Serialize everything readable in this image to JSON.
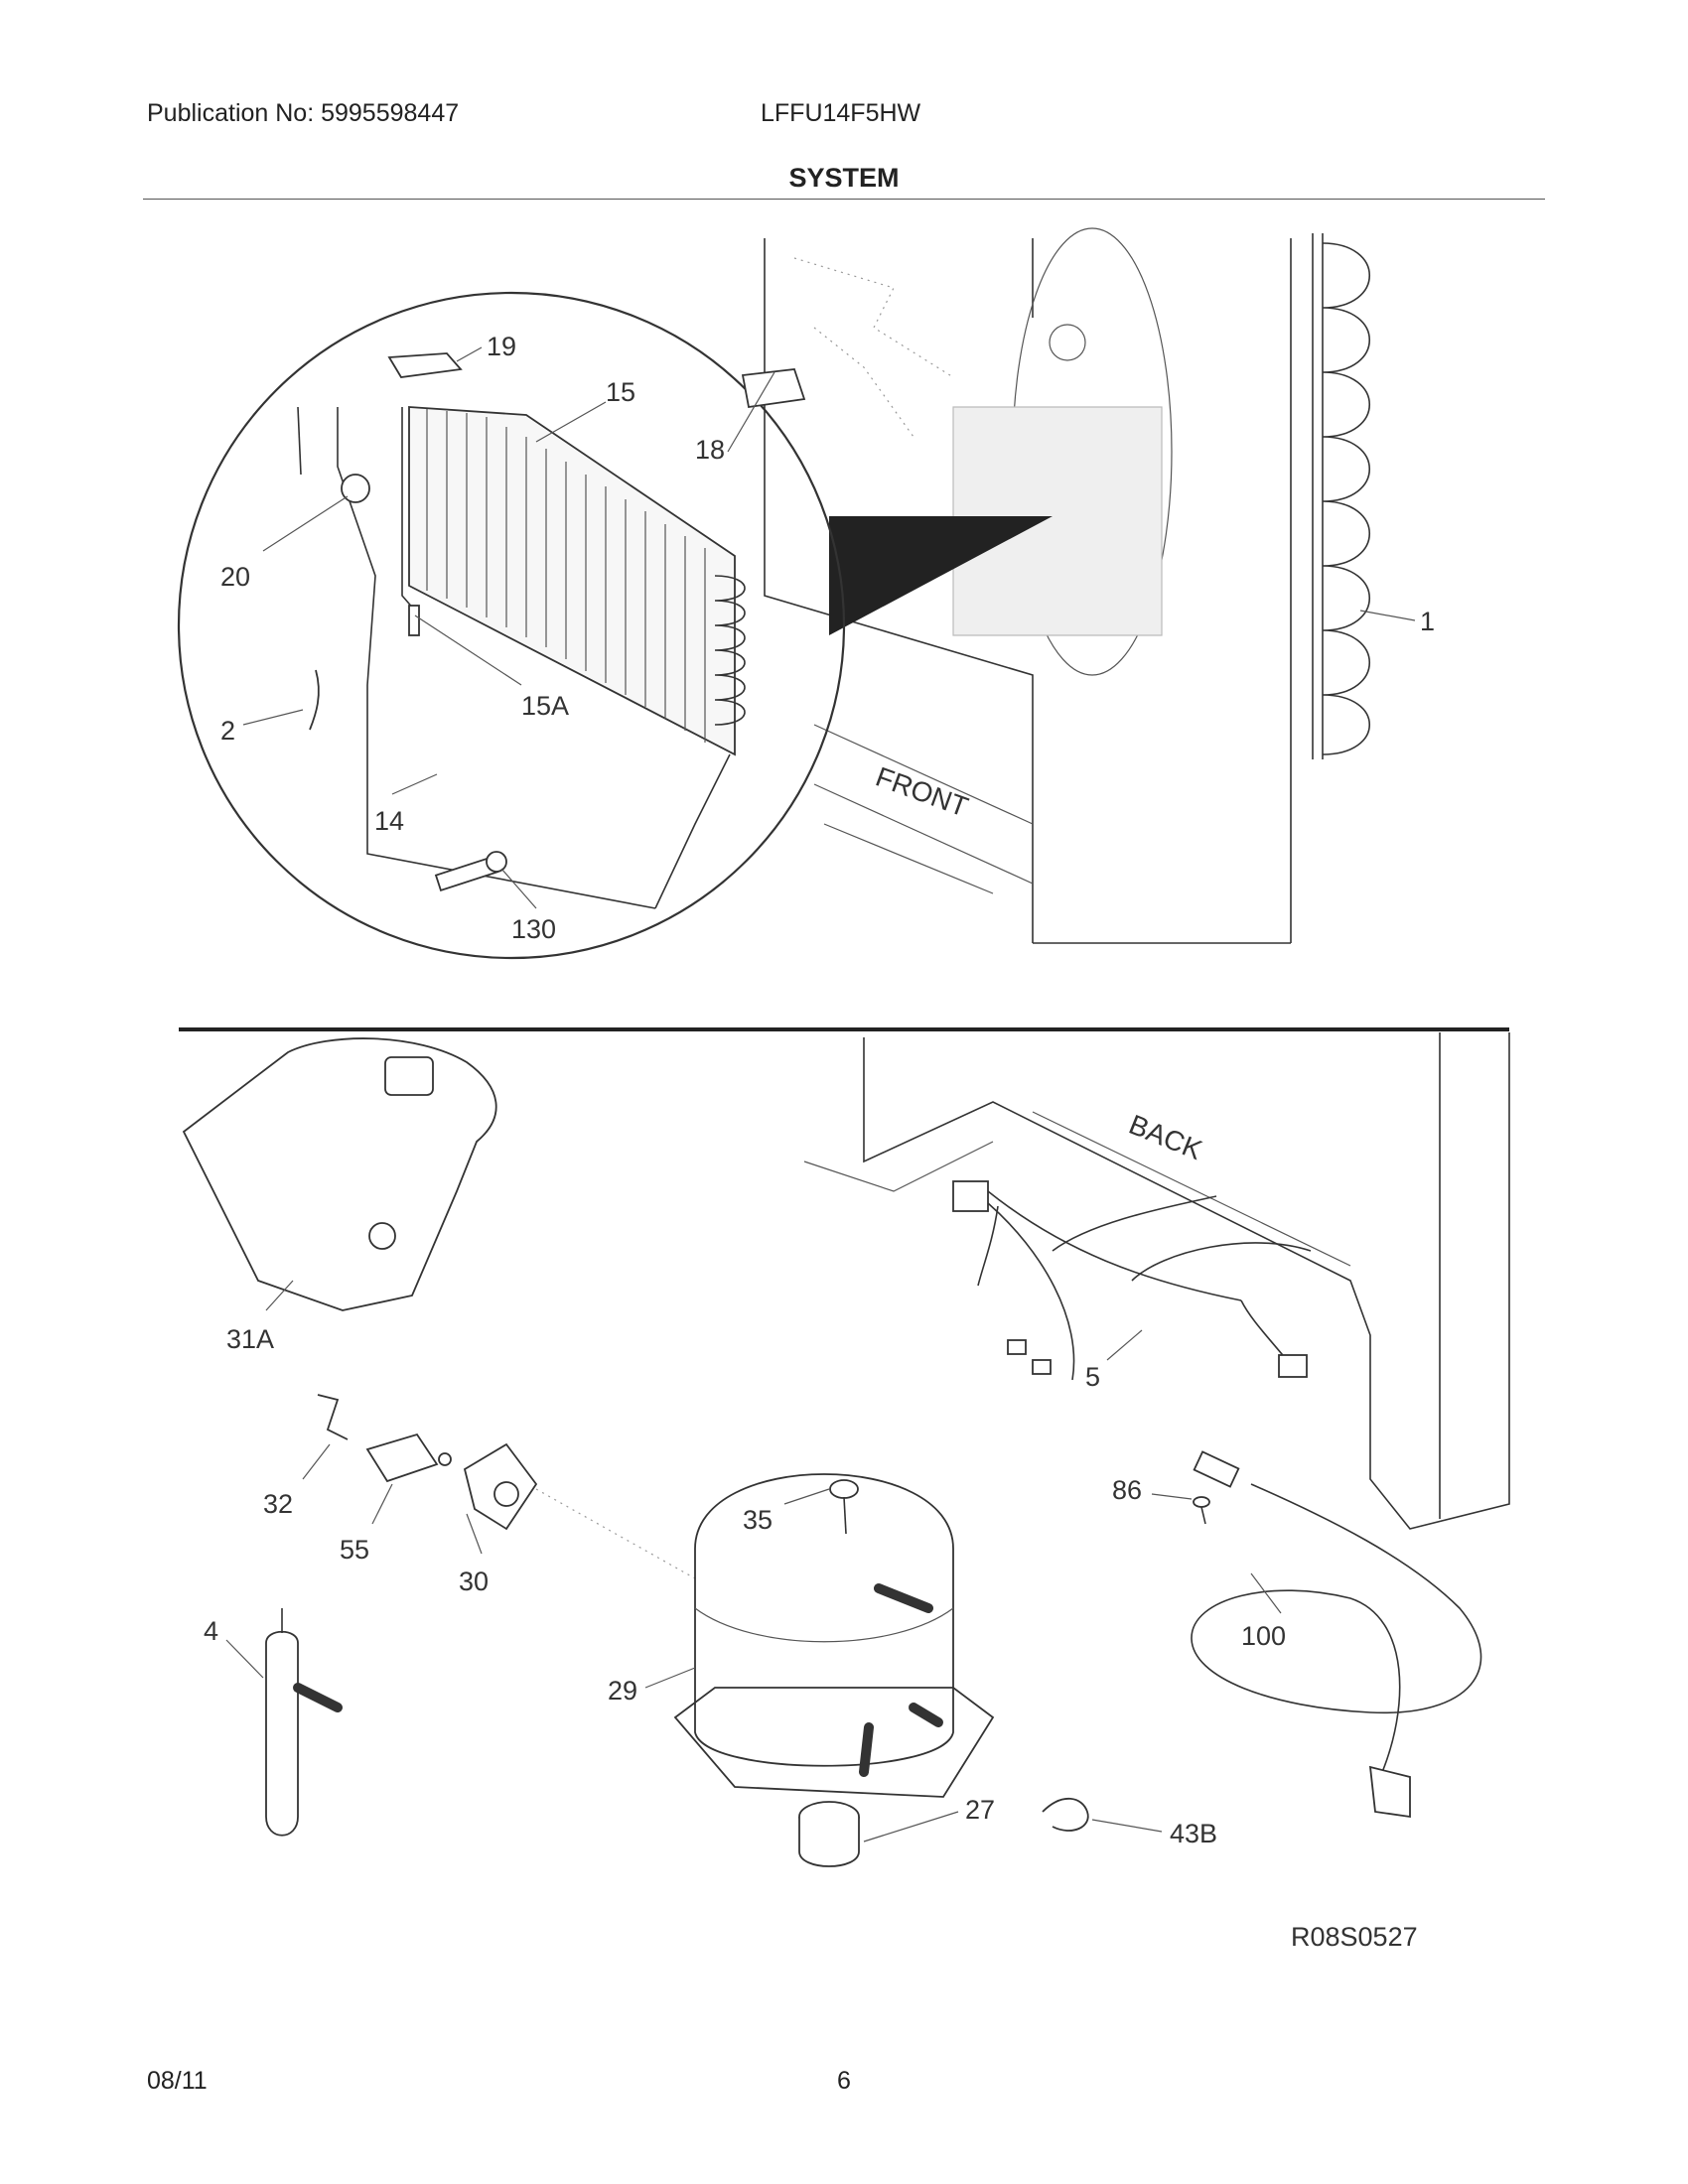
{
  "header": {
    "publication": "Publication No: 5995598447",
    "model": "LFFU14F5HW",
    "section_title": "SYSTEM"
  },
  "diagram": {
    "orientation_labels": {
      "front": "FRONT",
      "back": "BACK"
    },
    "callouts": {
      "c19": "19",
      "c15": "15",
      "c18": "18",
      "c20": "20",
      "c15a": "15A",
      "c2": "2",
      "c14": "14",
      "c130": "130",
      "c1": "1",
      "c31a": "31A",
      "c5": "5",
      "c32": "32",
      "c55": "55",
      "c30": "30",
      "c35": "35",
      "c86": "86",
      "c100": "100",
      "c4": "4",
      "c29": "29",
      "c27": "27",
      "c43b": "43B"
    },
    "drawing_code": "R08S0527"
  },
  "footer": {
    "date": "08/11",
    "page": "6"
  }
}
